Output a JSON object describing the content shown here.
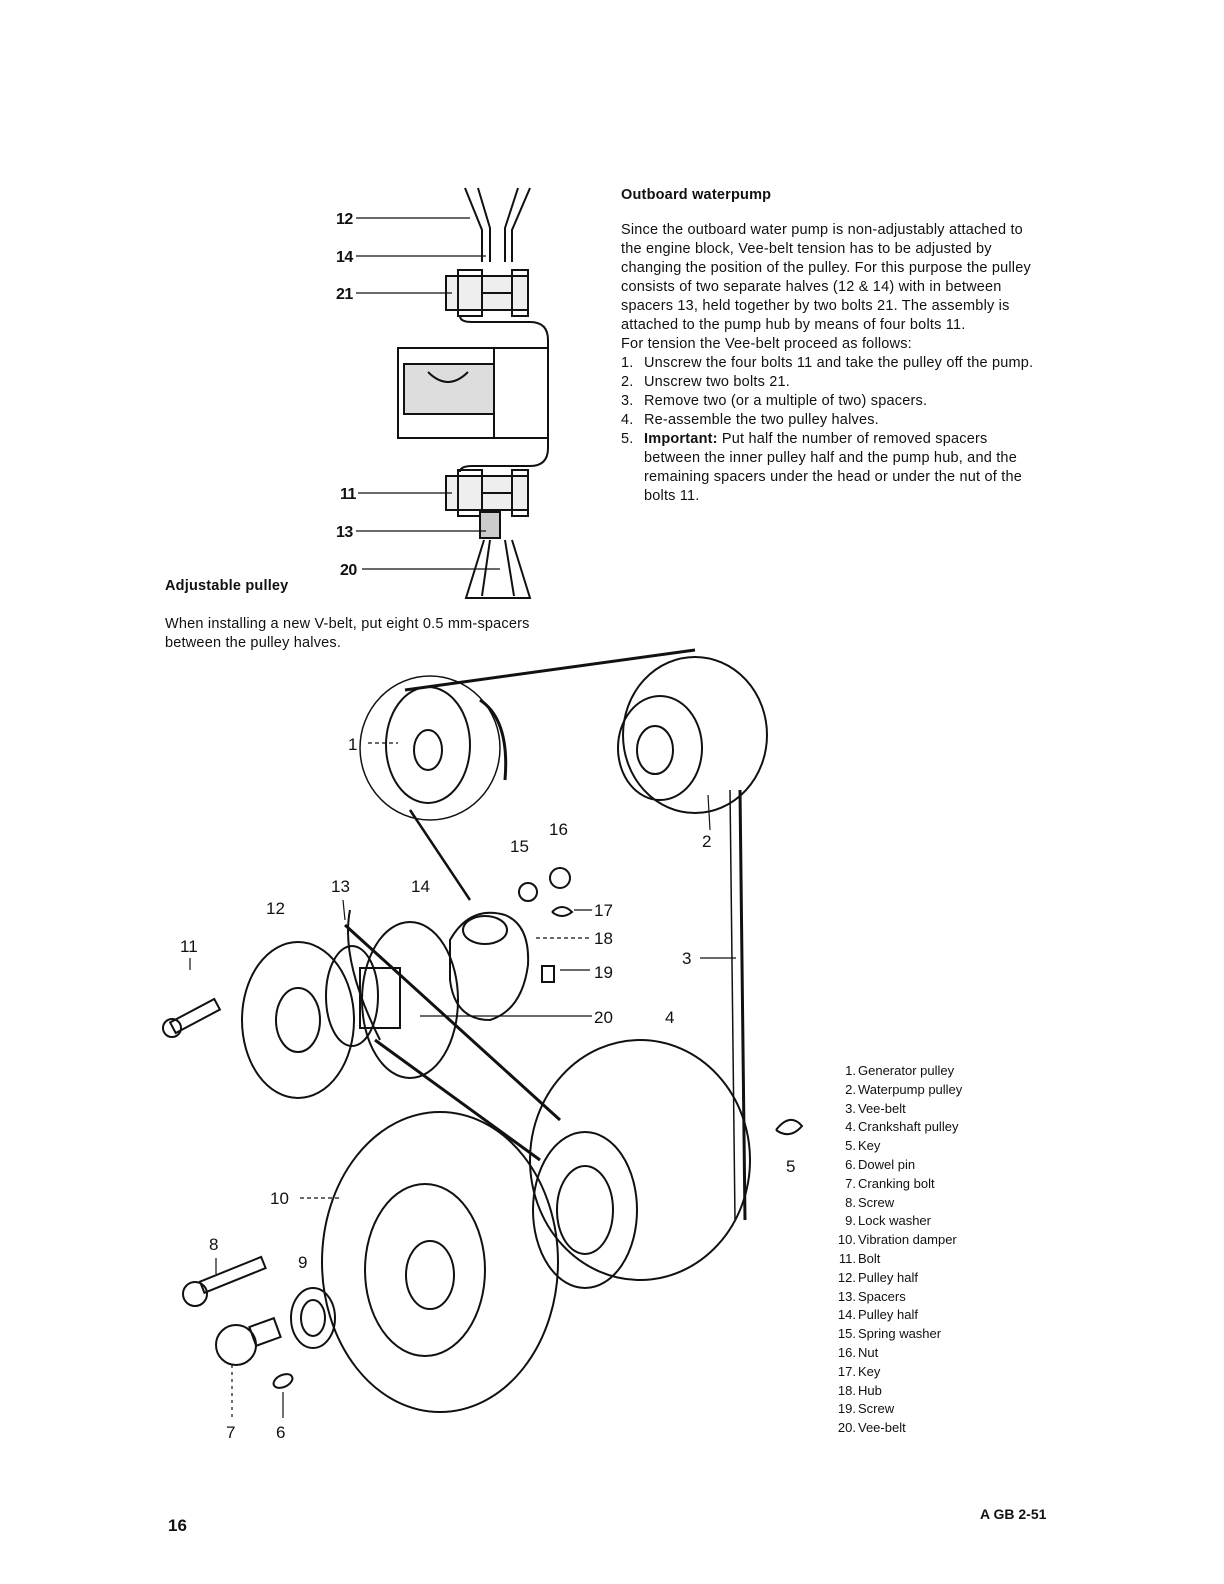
{
  "outboard": {
    "title": "Outboard waterpump",
    "paragraph": "Since the outboard water pump is non-adjustably attached to the engine block, Vee-belt tension has to be adjusted by changing the position of the pulley. For this purpose the pulley consists of two separate halves (12 & 14) with in between spacers 13, held together by two bolts 21. The assembly is attached to the pump hub by means of four bolts 11.",
    "intro": "For tension the Vee-belt proceed as follows:",
    "steps": [
      {
        "num": "1.",
        "text": "Unscrew the four bolts 11 and take the pulley off the pump."
      },
      {
        "num": "2.",
        "text": "Unscrew two bolts 21."
      },
      {
        "num": "3.",
        "text": "Remove two (or a multiple of two) spacers."
      },
      {
        "num": "4.",
        "text": "Re-assemble the two pulley halves."
      },
      {
        "num": "5.",
        "bold": "Important:",
        "text": "Put half the number of removed spacers between the inner pulley half and the pump hub, and the remaining spacers under the head or under the nut of the bolts 11."
      }
    ]
  },
  "adjustable": {
    "title": "Adjustable pulley",
    "note": "When installing a new V-belt, put eight 0.5 mm-spacers between the pulley halves."
  },
  "pulley_callouts": [
    "12",
    "14",
    "21",
    "11",
    "13",
    "20"
  ],
  "exploded_callouts": [
    "1",
    "2",
    "3",
    "4",
    "5",
    "6",
    "7",
    "8",
    "9",
    "10",
    "11",
    "12",
    "13",
    "14",
    "15",
    "16",
    "17",
    "18",
    "19",
    "20"
  ],
  "legend": [
    {
      "num": "1.",
      "label": "Generator pulley"
    },
    {
      "num": "2.",
      "label": "Waterpump pulley"
    },
    {
      "num": "3.",
      "label": "Vee-belt"
    },
    {
      "num": "4.",
      "label": "Crankshaft pulley"
    },
    {
      "num": "5.",
      "label": "Key"
    },
    {
      "num": "6.",
      "label": "Dowel pin"
    },
    {
      "num": "7.",
      "label": "Cranking bolt"
    },
    {
      "num": "8.",
      "label": "Screw"
    },
    {
      "num": "9.",
      "label": "Lock washer"
    },
    {
      "num": "10.",
      "label": "Vibration damper"
    },
    {
      "num": "11.",
      "label": "Bolt"
    },
    {
      "num": "12.",
      "label": "Pulley half"
    },
    {
      "num": "13.",
      "label": "Spacers"
    },
    {
      "num": "14.",
      "label": "Pulley half"
    },
    {
      "num": "15.",
      "label": "Spring washer"
    },
    {
      "num": "16.",
      "label": "Nut"
    },
    {
      "num": "17.",
      "label": "Key"
    },
    {
      "num": "18.",
      "label": "Hub"
    },
    {
      "num": "19.",
      "label": "Screw"
    },
    {
      "num": "20.",
      "label": "Vee-belt"
    }
  ],
  "footer": {
    "page_number": "16",
    "doc_code": "A GB 2-51"
  }
}
